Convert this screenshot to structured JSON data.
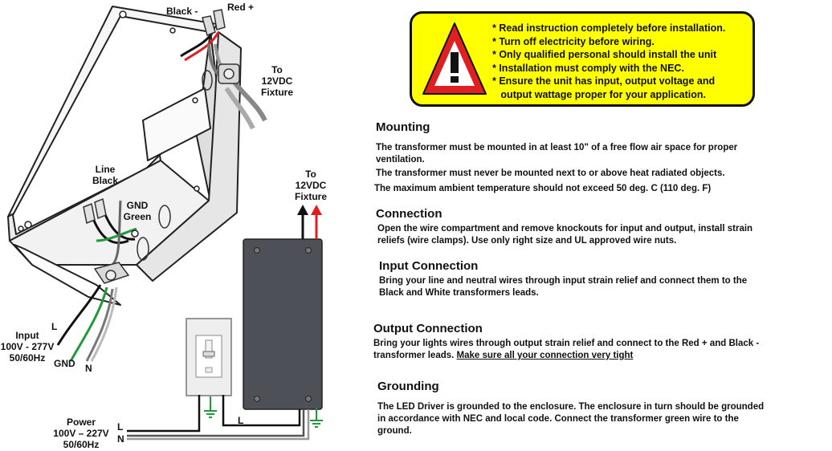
{
  "warning": {
    "lines": [
      "* Read instruction completely before installation.",
      "* Turn off electricity before wiring.",
      "* Only qualified personal should install the unit",
      "* Installation must comply with the NEC.",
      "* Ensure the unit has input, output voltage and",
      "   output wattage proper for your application."
    ]
  },
  "sections": {
    "mounting": {
      "heading": "Mounting",
      "line1": "The transformer must be mounted in at least 10\" of a free flow air space for proper",
      "line2": "ventilation.",
      "line3": "The transformer must never be mounted next to or above heat radiated objects.",
      "line4": "The maximum ambient temperature should not exceed 50 deg. C (110 deg. F)"
    },
    "connection": {
      "heading": "Connection",
      "line1": "Open the wire compartment and remove knockouts for input and output,  install strain",
      "line2": "reliefs (wire clamps). Use only right size and UL approved wire nuts."
    },
    "input_connection": {
      "heading": "Input Connection",
      "line1": "Bring your line and neutral wires through input strain relief and connect them to the",
      "line2": "Black  and  White transformers leads."
    },
    "output_connection": {
      "heading": "Output Connection",
      "line1": "Bring your lights wires through output strain relief and connect  to the Red +  and Black -",
      "line2_a": "transformer leads. ",
      "line2_b": "Make sure all your connection very tight"
    },
    "grounding": {
      "heading": "Grounding",
      "line1": "The LED Driver is grounded to the enclosure. The enclosure in turn should be grounded",
      "line2": "in accordance with NEC and local code. Connect the transformer green wire to the",
      "line3": "ground."
    }
  },
  "diagram": {
    "black_minus": "Black -",
    "red_plus": "Red +",
    "to_fixture_top": [
      "To",
      "12VDC",
      "Fixture"
    ],
    "line_black": [
      "Line",
      "Black"
    ],
    "gnd_green": [
      "GND",
      "Green"
    ],
    "to_fixture_right": [
      "To",
      "12VDC",
      "Fixture"
    ],
    "input_label": [
      "Input",
      "100V - 277V",
      "50/60Hz"
    ],
    "l_top": "L",
    "gnd": "GND",
    "n_top": "N",
    "power_label": [
      "Power",
      "100V – 227V",
      "50/60Hz"
    ],
    "l_bottom": "L",
    "n_bottom": "N",
    "l_mid": "L"
  },
  "colors": {
    "warning_bg": "#ffff00",
    "wire_red": "#e02020",
    "wire_green": "#1f9a3a",
    "driver_body": "#4d5057"
  }
}
